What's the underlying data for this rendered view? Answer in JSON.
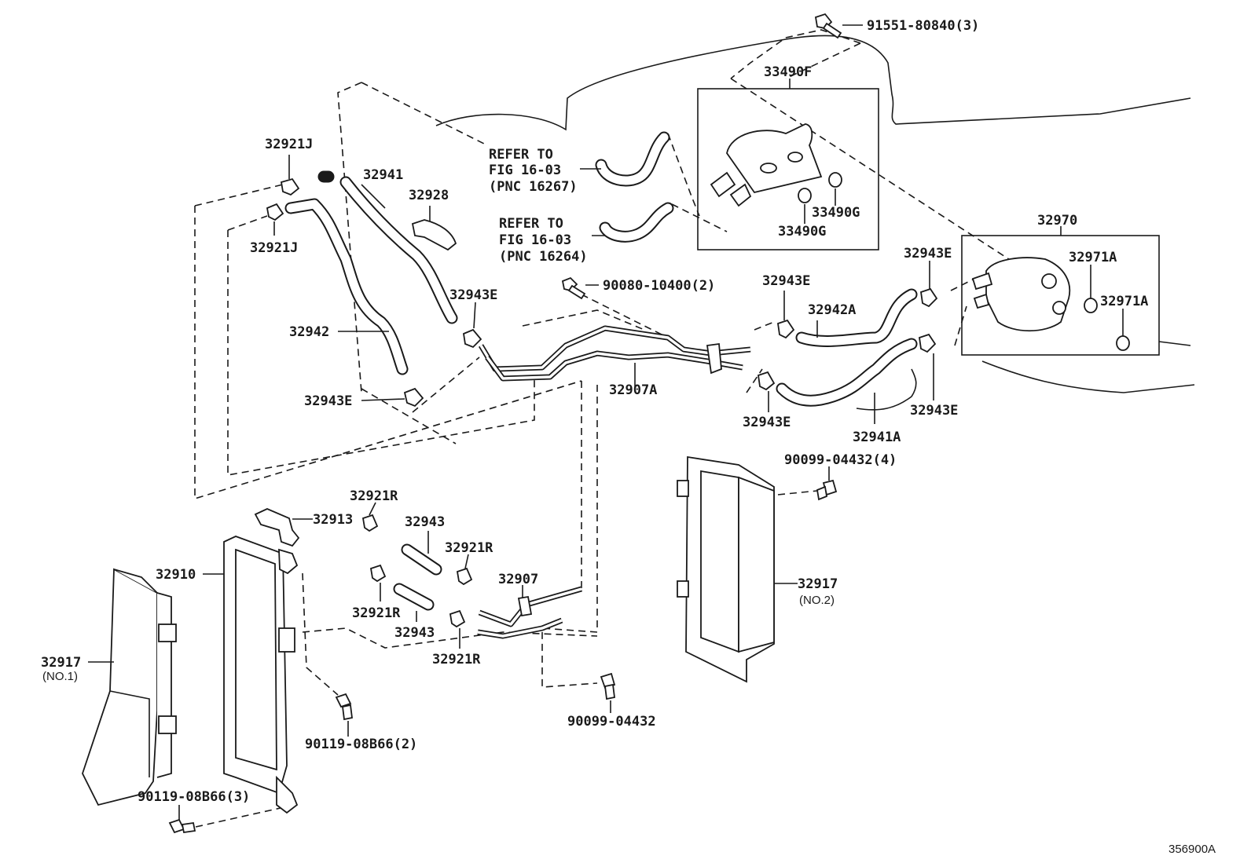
{
  "diagram_id": "356900A",
  "callouts": {
    "bolt_top": "91551-80840(3)",
    "oil_cooler_assy": "33490F",
    "refer_a_1": "REFER TO",
    "refer_a_2": "FIG 16-03",
    "refer_a_3": "(PNC 16267)",
    "refer_b_1": "REFER TO",
    "refer_b_2": "FIG 16-03",
    "refer_b_3": "(PNC 16264)",
    "gasket_a": "33490G",
    "gasket_b": "33490G",
    "clamp_j_top": "32921J",
    "clamp_j_bottom": "32921J",
    "hose_32941": "32941",
    "bracket_32928": "32928",
    "hose_32942": "32942",
    "clamp_e_1": "32943E",
    "clamp_e_2": "32943E",
    "clamp_e_3": "32943E",
    "clamp_e_4": "32943E",
    "clamp_e_5": "32943E",
    "clamp_e_6": "32943E",
    "bolt_90080": "90080-10400(2)",
    "pipe_32907A": "32907A",
    "hose_32942A": "32942A",
    "hose_32941A": "32941A",
    "valve_32970": "32970",
    "oring_a": "32971A",
    "oring_b": "32971A",
    "bolt_90099_4": "90099-04432(4)",
    "bracket_32913": "32913",
    "clamp_r_1": "32921R",
    "clamp_r_2": "32921R",
    "clamp_r_3": "32921R",
    "clamp_r_4": "32921R",
    "hose_32943_a": "32943",
    "hose_32943_b": "32943",
    "cooler_32910": "32910",
    "pipe_32907": "32907",
    "duct_no1": "32917",
    "duct_no1_sub": "(NO.1)",
    "duct_no2": "32917",
    "duct_no2_sub": "(NO.2)",
    "bolt_90119_2": "90119-08B66(2)",
    "bolt_90119_3": "90119-08B66(3)",
    "bolt_90099": "90099-04432"
  }
}
